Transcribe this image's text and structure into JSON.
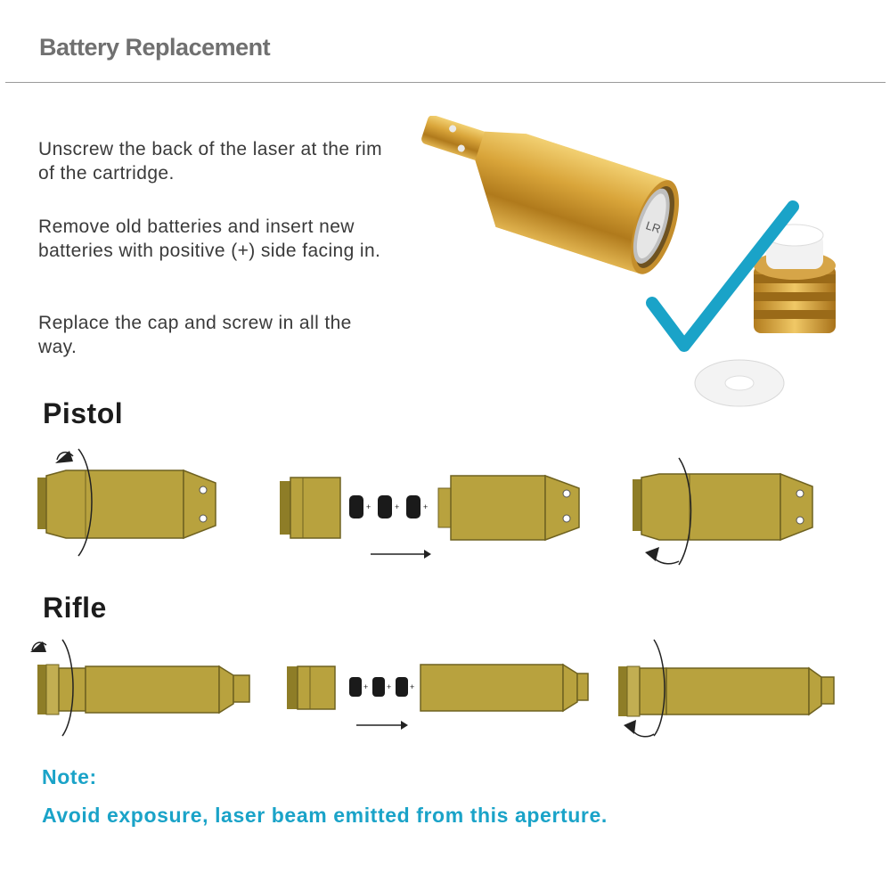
{
  "header": {
    "title": "Battery Replacement"
  },
  "instructions": [
    "Unscrew the back of the laser at the rim of the cartridge.",
    "Remove old batteries and insert new batteries with positive (+) side facing in.",
    "Replace the cap and screw in all the way."
  ],
  "photo": {
    "battery_marking": "LR"
  },
  "sections": {
    "pistol": "Pistol",
    "rifle": "Rifle"
  },
  "battery_sign": "+",
  "note": {
    "label": "Note:",
    "text": "Avoid exposure, laser beam emitted from this aperture."
  },
  "colors": {
    "brass": "#b8a23e",
    "brass_dark": "#8e7d27",
    "accent": "#1aa3c8",
    "text": "#3a3a3a"
  }
}
